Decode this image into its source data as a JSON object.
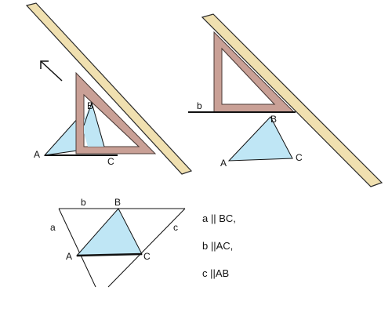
{
  "colors": {
    "ruler_fill": "#f0e0b0",
    "ruler_stroke": "#2a2a2a",
    "set_square_fill": "#c9a096",
    "set_square_stroke": "#4a3a36",
    "triangle_fill": "#bfe6f5",
    "triangle_stroke": "#111111",
    "line_stroke": "#111111"
  },
  "figure_left": {
    "vertices": {
      "a": "A",
      "b": "B",
      "c": "C"
    },
    "arrow_icon": "up-left-arrow-icon"
  },
  "figure_right": {
    "line_label": "b",
    "vertices": {
      "a": "A",
      "b": "B",
      "c": "C"
    }
  },
  "figure_bottom": {
    "lines": {
      "a": "a",
      "b": "b",
      "c": "c"
    },
    "vertices": {
      "a": "A",
      "b": "B",
      "c": "C"
    }
  },
  "relations": [
    {
      "text": "a || BC,"
    },
    {
      "text": "b ||AC,"
    },
    {
      "text": "c ||AB"
    }
  ]
}
